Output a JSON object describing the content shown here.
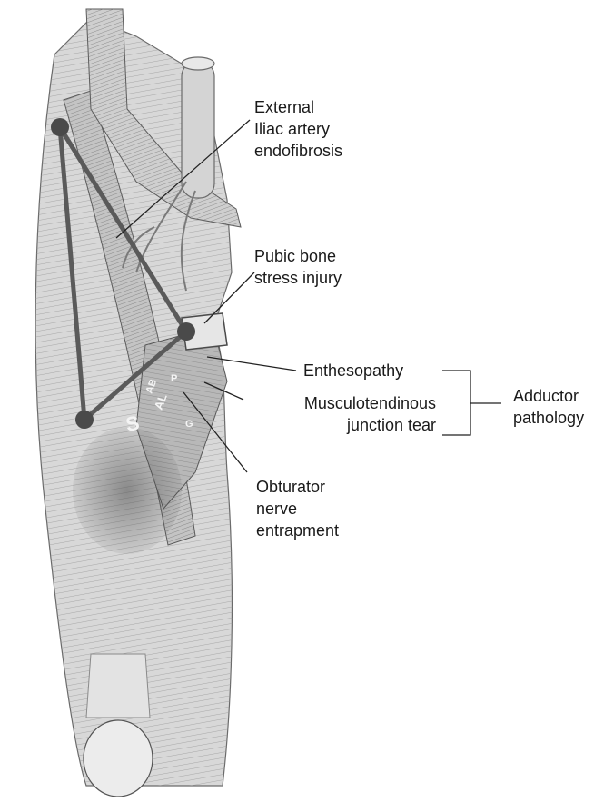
{
  "labels": {
    "external_iliac": [
      "External",
      "Iliac artery",
      "endofibrosis"
    ],
    "pubic_bone": [
      "Pubic bone",
      "stress injury"
    ],
    "enthesopathy": "Enthesopathy",
    "musculotendinous": [
      "Musculotendinous",
      "junction tear"
    ],
    "adductor": [
      "Adductor",
      "pathology"
    ],
    "obturator": [
      "Obturator",
      "nerve",
      "entrapment"
    ]
  },
  "muscle_letters": {
    "sartorius": "S",
    "adductor_longus": "AL",
    "adductor_brevis": "AB",
    "pectineus": "P",
    "gracilis": "G"
  },
  "colors": {
    "background": "#ffffff",
    "triangle": "#5a5a5a",
    "leader": "#222222",
    "text": "#1a1a1a"
  }
}
